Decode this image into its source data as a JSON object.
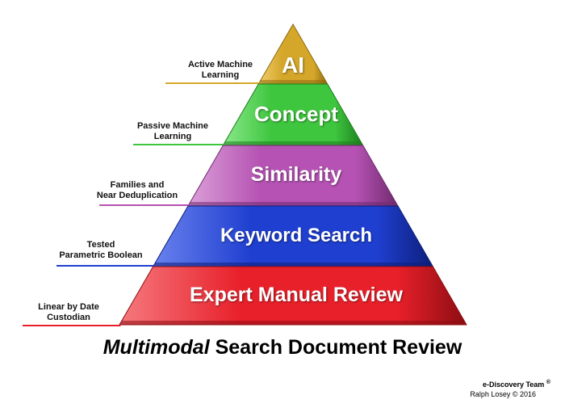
{
  "tiers": [
    {
      "title": "AI",
      "label": "Active Machine\nLearning",
      "color": "#d4a62a",
      "dark": "#8e6a10",
      "light": "#f0cf6a"
    },
    {
      "title": "Concept",
      "label": "Passive Machine\nLearning",
      "color": "#3ec63e",
      "dark": "#1d7d1d",
      "light": "#8ae88a"
    },
    {
      "title": "Similarity",
      "label": "Families and\nNear Deduplication",
      "color": "#b552b3",
      "dark": "#6f2a6e",
      "light": "#dba0d8"
    },
    {
      "title": "Keyword Search",
      "label": "Tested\nParametric Boolean",
      "color": "#1f3fd0",
      "dark": "#0d1f7a",
      "light": "#6a82ee"
    },
    {
      "title": "Expert Manual Review",
      "label": "Linear by Date\nCustodian",
      "color": "#e8202a",
      "dark": "#8c0d12",
      "light": "#f57a7e"
    }
  ],
  "caption": {
    "italic_part": "Multimodal",
    "rest": " Search Document Review"
  },
  "credit": {
    "team": "e-Discovery Team",
    "team_mark": "®",
    "author": "Ralph Losey © 2016"
  }
}
